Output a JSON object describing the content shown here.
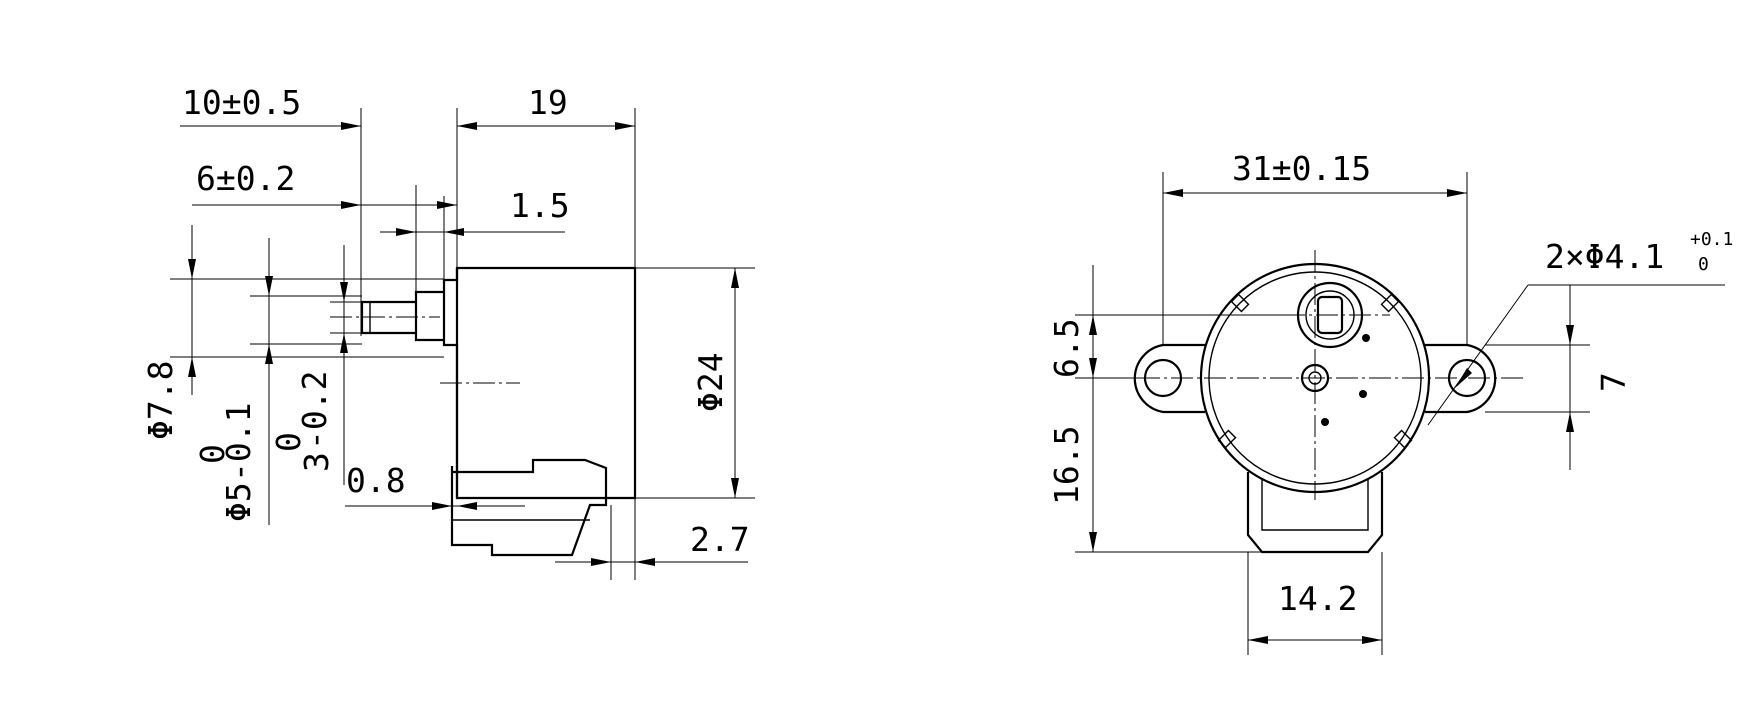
{
  "side_view": {
    "dim_10": "10±0.5",
    "dim_19": "19",
    "dim_6": "6±0.2",
    "dim_1_5": "1.5",
    "dim_phi24": "Φ24",
    "dim_phi7_8": "Φ7.8",
    "dim_phi5": "Φ5",
    "dim_phi5_tol_upper": "0",
    "dim_phi5_tol_lower": "-0.1",
    "dim_3": "3",
    "dim_3_tol_upper": "0",
    "dim_3_tol_lower": "-0.2",
    "dim_0_8": "0.8",
    "dim_2_7": "2.7"
  },
  "front_view": {
    "dim_31": "31±0.15",
    "dim_holes": "2×Φ4.1",
    "dim_holes_tol_upper": "+0.1",
    "dim_holes_tol_lower": "0",
    "dim_6_5": "6.5",
    "dim_16_5": "16.5",
    "dim_7": "7",
    "dim_14_2": "14.2"
  }
}
